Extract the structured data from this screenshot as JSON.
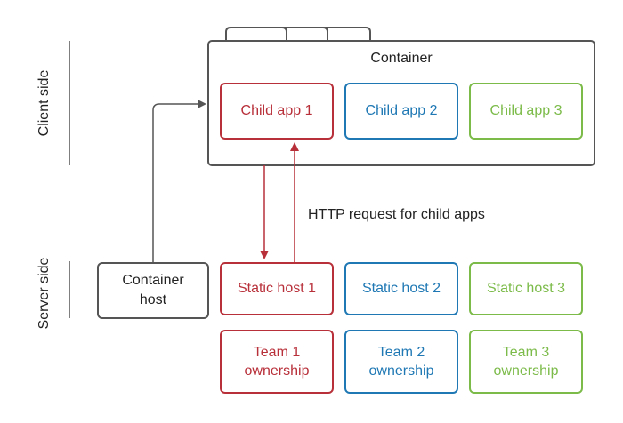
{
  "side_labels": {
    "client": "Client side",
    "server": "Server side"
  },
  "container": {
    "title": "Container"
  },
  "child_apps": [
    {
      "label": "Child app 1"
    },
    {
      "label": "Child app 2"
    },
    {
      "label": "Child app 3"
    }
  ],
  "container_host": {
    "line1": "Container",
    "line2": "host"
  },
  "static_hosts": [
    {
      "label": "Static host 1"
    },
    {
      "label": "Static host 2"
    },
    {
      "label": "Static host 3"
    }
  ],
  "teams": [
    {
      "line1": "Team 1",
      "line2": "ownership"
    },
    {
      "line1": "Team 2",
      "line2": "ownership"
    },
    {
      "line1": "Team 3",
      "line2": "ownership"
    }
  ],
  "http_label": "HTTP request for child apps",
  "colors": {
    "red": "#b8303a",
    "blue": "#1f78b4",
    "green": "#7cbb4a",
    "dark": "#555555"
  }
}
